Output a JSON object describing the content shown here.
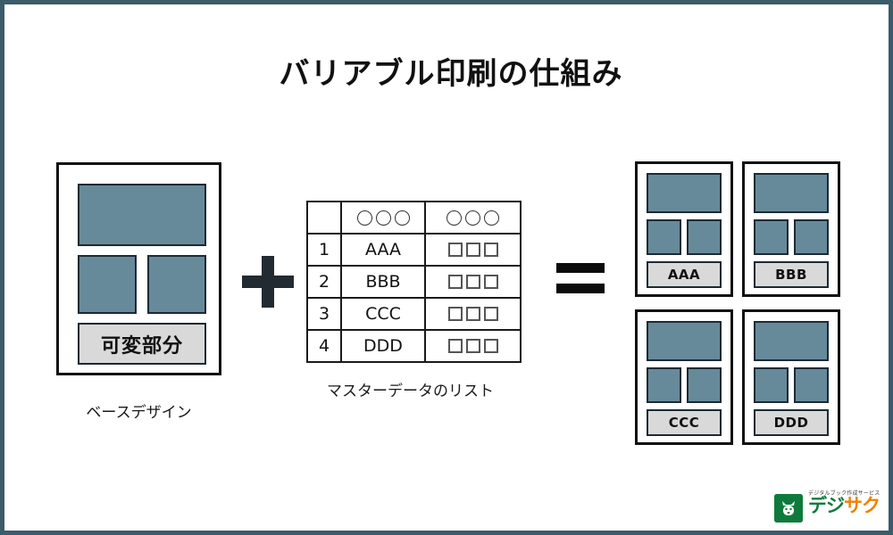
{
  "page": {
    "title": "バリアブル印刷の仕組み",
    "border_color": "#3c5c6b",
    "background": "#ffffff"
  },
  "base_design": {
    "caption": "ベースデザイン",
    "variable_label": "可変部分",
    "block_color": "#678a9b",
    "label_box_color": "#d9d9d9"
  },
  "operators": {
    "plus": "+",
    "equals": "="
  },
  "master_table": {
    "caption": "マスターデータのリスト",
    "header": {
      "index": "",
      "name_symbol": "○○○",
      "image_symbol": "○○○"
    },
    "rows": [
      {
        "index": "1",
        "name": "AAA",
        "images": "□□□"
      },
      {
        "index": "2",
        "name": "BBB",
        "images": "□□□"
      },
      {
        "index": "3",
        "name": "CCC",
        "images": "□□□"
      },
      {
        "index": "4",
        "name": "DDD",
        "images": "□□□"
      }
    ]
  },
  "outputs": {
    "cards": [
      {
        "label": "AAA"
      },
      {
        "label": "BBB"
      },
      {
        "label": "CCC"
      },
      {
        "label": "DDD"
      }
    ]
  },
  "logo": {
    "tagline": "デジタルブック作成サービス",
    "word_green": "デジ",
    "word_orange": "サク",
    "mark_color": "#0f7a3d",
    "accent_color": "#ef8200"
  }
}
